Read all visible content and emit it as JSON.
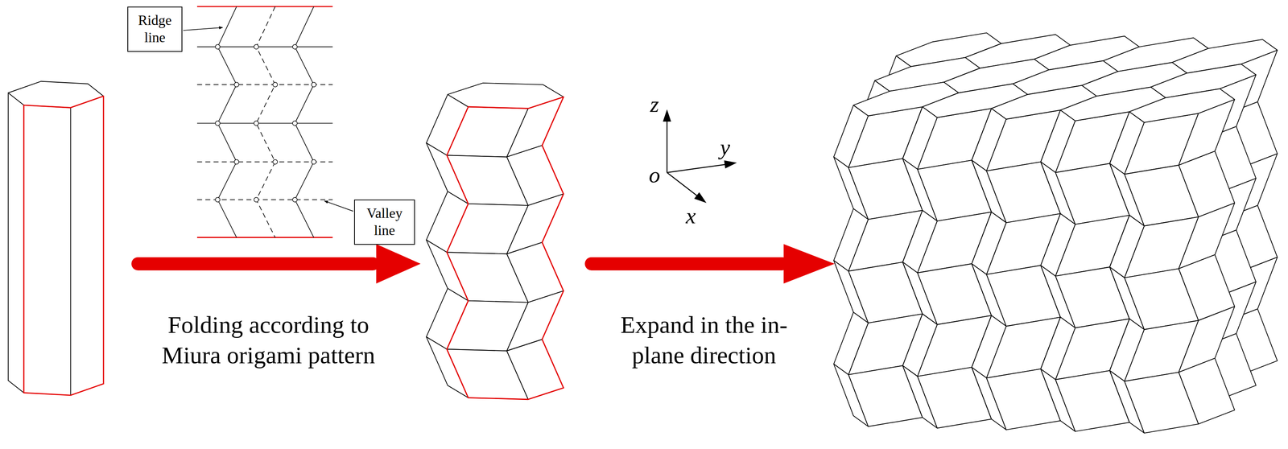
{
  "diagram": {
    "nodes": [
      {
        "text": [
          "Ridge line"
        ]
      },
      {
        "text": [
          "Valley line"
        ]
      }
    ],
    "labels": [
      "Folding according to Miura origami pattern",
      "z",
      "y",
      "o",
      "x",
      "Expand in the in-plane direction"
    ]
  }
}
